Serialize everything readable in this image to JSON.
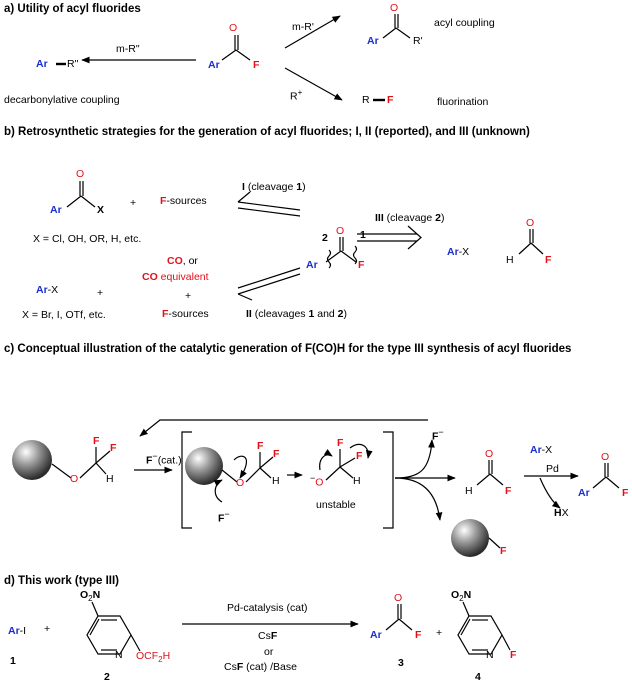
{
  "sections": {
    "a": "a) Utility of acyl fluorides",
    "b": "b) Retrosynthetic strategies for the generation of acyl fluorides; I, II (reported), and III (unknown)",
    "c": "c) Conceptual illustration of the catalytic generation of F(CO)H for the type III synthesis of acyl fluorides",
    "d": "d) This work (type III)"
  },
  "a": {
    "reagent_left": "m-R\"",
    "product_left": "R\"",
    "label_left": "decarbonylative  coupling",
    "reagent_upper": "m-R'",
    "label_upper": "acyl coupling",
    "upper_rprime": "R'",
    "reagent_lower": "R",
    "reagent_lower_sup": "+",
    "product_lower_r": "R",
    "label_lower": "fluorination"
  },
  "b": {
    "x_label": "X",
    "plus": "+",
    "f_sources": "-sources",
    "x_list1": "X = Cl, OH, OR, H, etc.",
    "route1_pre": "I",
    "route1_mid": " (cleavage ",
    "route1_num": "1",
    "route1_end": ")",
    "route3_pre": "III",
    "route3_mid": " (cleavage ",
    "route3_num": "2",
    "route3_end": ")",
    "num2": "2",
    "num1": "1",
    "arx_x": "-X",
    "co_text": ", or",
    "co_equiv": " equivalent",
    "plus2": "+",
    "x_list2": "X =  Br, I, OTf, etc.",
    "route2_pre": "II",
    "route2_mid": " (cleavages ",
    "route2_n1": "1",
    "route2_and": " and ",
    "route2_n2": "2",
    "route2_end": ")"
  },
  "c": {
    "cat": "(cat.)",
    "f_minus": "−",
    "unstable": "unstable",
    "arx": "-X",
    "pd": "Pd",
    "hx": "X"
  },
  "d": {
    "ar_i": "-I",
    "n1": "1",
    "plus": "+",
    "no2": "O",
    "no2_sub": "2",
    "no2_n": "N",
    "ocf2h": "OCF",
    "ocf2h_sub": "2",
    "ocf2h_h": "H",
    "n2": "2",
    "cond1": "Pd-catalysis (cat)",
    "cond2": "Cs",
    "cond3": "or",
    "cond4_a": "Cs",
    "cond4_b": " (cat) /Base",
    "n3": "3",
    "plus2": "+",
    "n4": "4"
  },
  "atoms": {
    "ar": "Ar",
    "o": "O",
    "f": "F",
    "h": "H",
    "co": "CO",
    "ring_n": "N"
  },
  "colors": {
    "blue": "#1a2fd0",
    "red": "#e3101a",
    "black": "#000000"
  }
}
